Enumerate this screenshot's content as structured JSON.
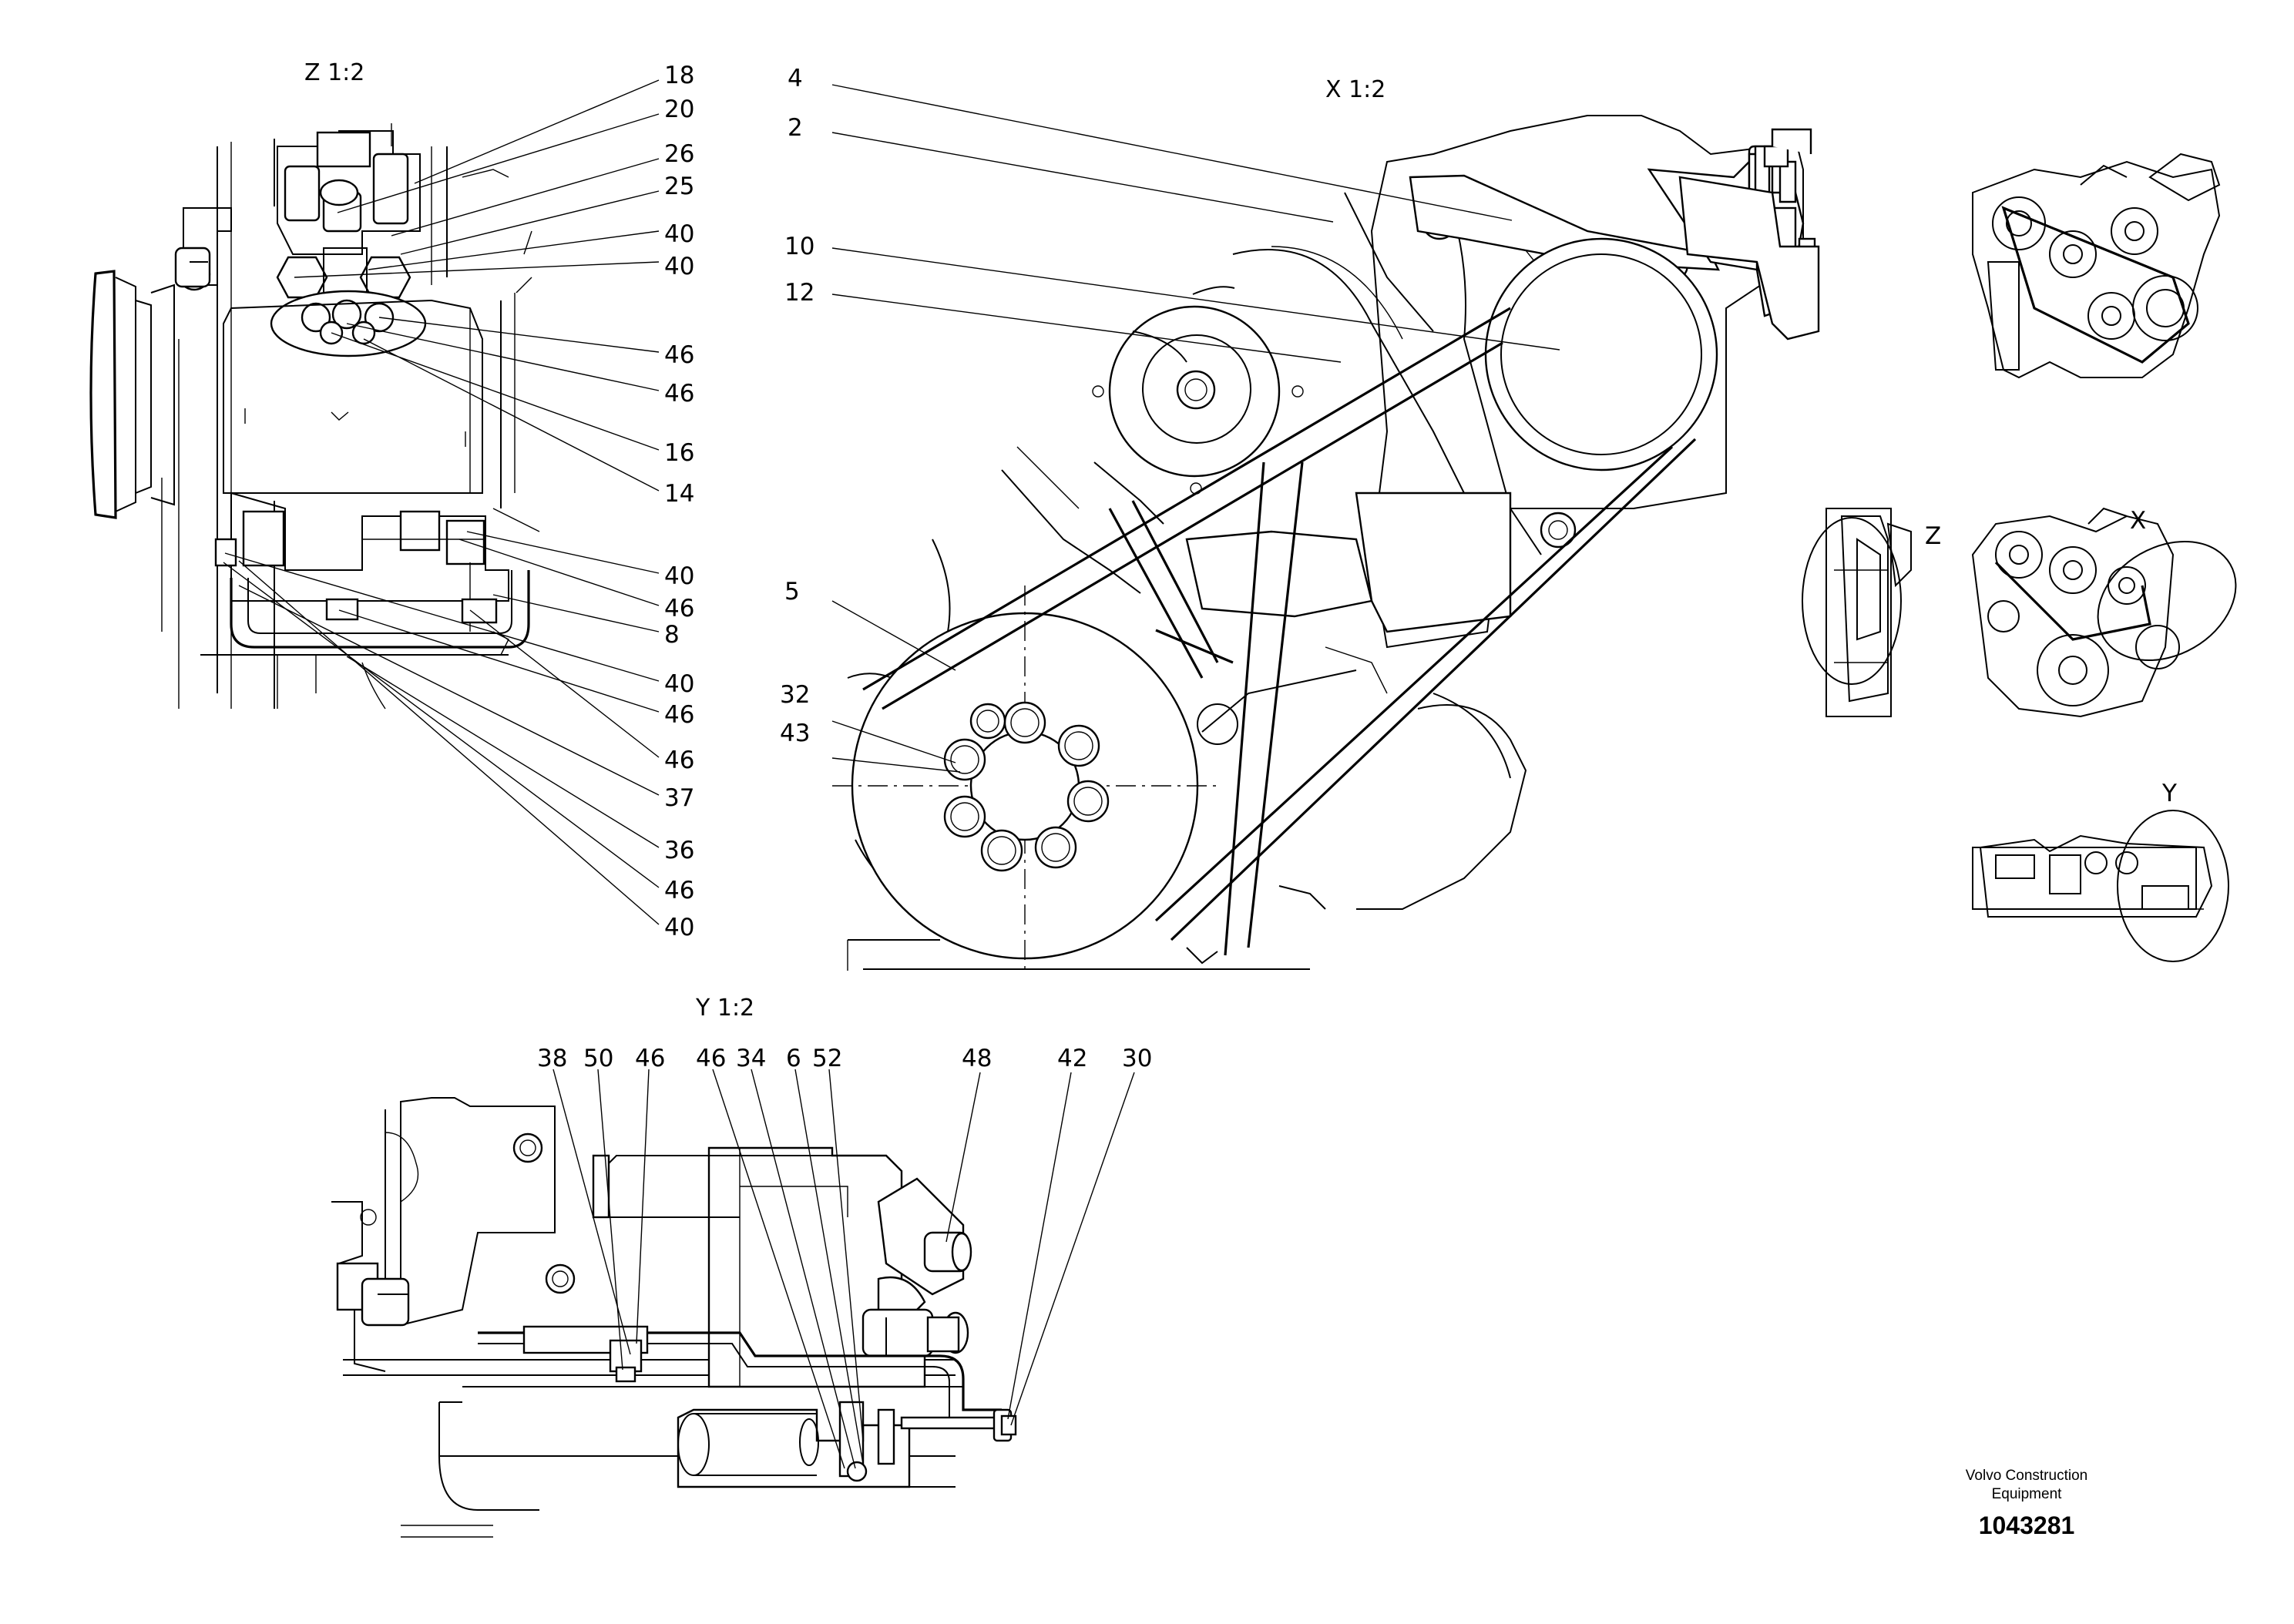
{
  "views": {
    "z": "Z 1:2",
    "x": "X 1:2",
    "y": "Y 1:2"
  },
  "callouts": {
    "z": [
      "18",
      "20",
      "26",
      "25",
      "40",
      "40",
      "46",
      "46",
      "16",
      "14",
      "40",
      "46",
      "8",
      "40",
      "46",
      "46",
      "37",
      "36",
      "46",
      "40"
    ],
    "x": [
      "4",
      "2",
      "10",
      "12",
      "5",
      "32",
      "43"
    ],
    "y": [
      "38",
      "50",
      "46",
      "46",
      "34",
      "6",
      "52",
      "48",
      "42",
      "30"
    ]
  },
  "overview_labels": {
    "z": "Z",
    "x": "X",
    "y": "Y"
  },
  "title_block": {
    "company_line1": "Volvo Construction",
    "company_line2": "Equipment",
    "drawing_number": "1043281"
  }
}
